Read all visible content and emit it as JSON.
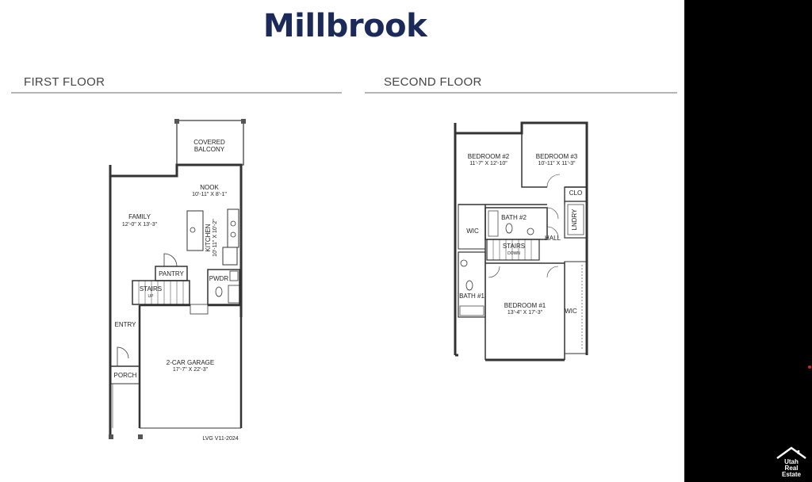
{
  "title": "Millbrook",
  "first_floor": {
    "heading": "FIRST FLOOR",
    "version": "LVG V11-2024",
    "rooms": {
      "covered_balcony": [
        "COVERED",
        "BALCONY"
      ],
      "nook": {
        "name": "NOOK",
        "dim": "10'-11\" X 8'-1\""
      },
      "family": {
        "name": "FAMILY",
        "dim": "12'-0\" X 13'-3\""
      },
      "kitchen": {
        "name": "KITCHEN",
        "dim": "10'-11\" X 10'-2\""
      },
      "pantry": "PANTRY",
      "pwdr": "PWDR",
      "stairs": "STAIRS",
      "stairs_dir": "UP",
      "entry": "ENTRY",
      "porch": "PORCH",
      "garage": {
        "name": "2-CAR GARAGE",
        "dim": "17'-7\" X 22'-3\""
      }
    }
  },
  "second_floor": {
    "heading": "SECOND FLOOR",
    "rooms": {
      "bedroom2": {
        "name": "BEDROOM #2",
        "dim": "11'-7\" X 12'-10\""
      },
      "bedroom3": {
        "name": "BEDROOM #3",
        "dim": "10'-11\" X 11'-3\""
      },
      "clo": "CLO",
      "bath2": "BATH #2",
      "lndry": "LNDRY",
      "wic_left": "WIC",
      "hall": "HALL",
      "stairs": "STAIRS",
      "stairs_dir": "DOWN",
      "bath1": "BATH #1",
      "bedroom1": {
        "name": "BEDROOM #1",
        "dim": "13'-4\" X 17'-3\""
      },
      "wic_right": "WIC"
    }
  },
  "watermark": {
    "lines": [
      "Utah",
      "Real",
      "Estate"
    ],
    "icon": "house-logo-icon"
  },
  "colors": {
    "title": "#1c2a5a",
    "sidebar": "#000000",
    "wall": "#333333",
    "rule": "#b5b5b5"
  }
}
